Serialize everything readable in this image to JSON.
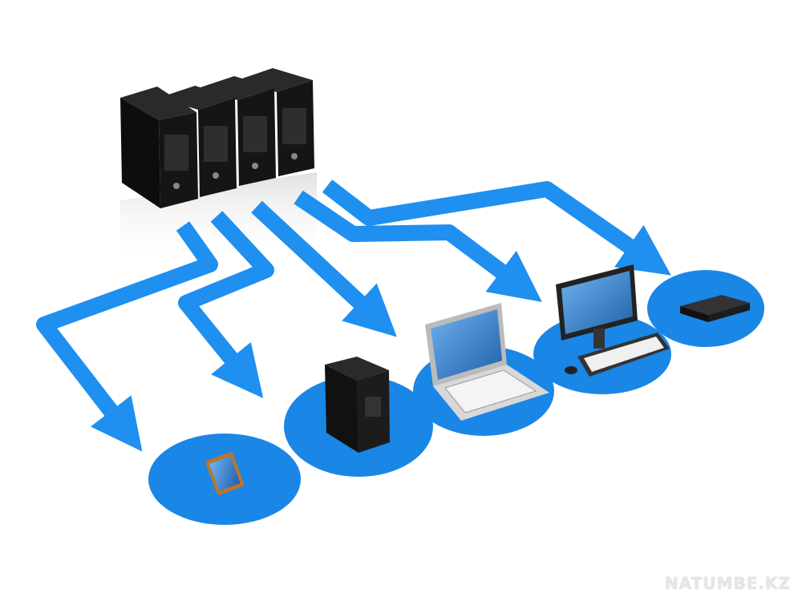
{
  "illustration": {
    "subject": "servers-to-devices-network",
    "colors": {
      "arrow": "#1f8ff0",
      "disc": "#1a86e6",
      "server": "#1b1b1b",
      "screen": "#3f8ed8",
      "background": "#ffffff"
    },
    "devices": [
      "smartphone",
      "tower-pc",
      "laptop",
      "desktop-monitor",
      "set-top-box"
    ],
    "server_count": 4
  },
  "watermark": {
    "text": "NATUMBE.KZ"
  }
}
